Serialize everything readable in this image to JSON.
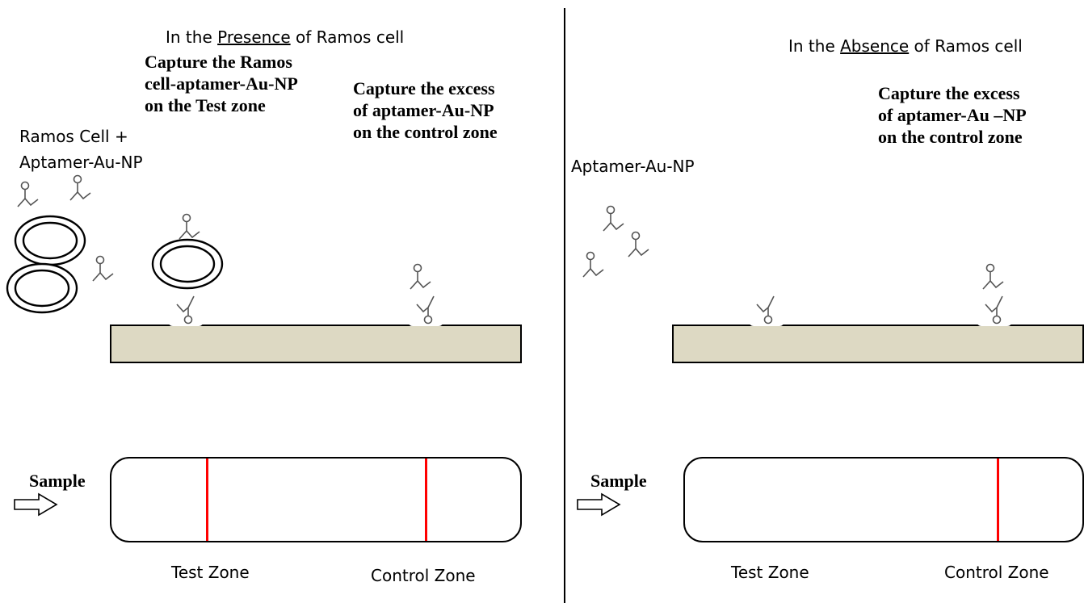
{
  "left_panel": {
    "heading": {
      "prefix": "In the ",
      "emphasis": "Presence",
      "suffix": " of Ramos cell"
    },
    "mixture_label_line1": "Ramos Cell +",
    "mixture_label_line2": "Aptamer-Au-NP",
    "test_capture": [
      "Capture the Ramos",
      "cell-aptamer-Au-NP",
      "on the Test zone"
    ],
    "control_capture": [
      "Capture the excess",
      "of aptamer-Au-NP",
      "on the control zone"
    ],
    "sample_label": "Sample",
    "test_zone_label": "Test Zone",
    "control_zone_label": "Control Zone",
    "test_line_visible": true,
    "control_line_visible": true
  },
  "right_panel": {
    "heading": {
      "prefix": "In the ",
      "emphasis": "Absence",
      "suffix": " of Ramos cell"
    },
    "mixture_label": "Aptamer-Au-NP",
    "control_capture": [
      "Capture the excess",
      "of aptamer-Au –NP",
      "on the control zone"
    ],
    "sample_label": "Sample",
    "test_zone_label": "Test Zone",
    "control_zone_label": "Control Zone",
    "test_line_visible": false,
    "control_line_visible": true
  },
  "colors": {
    "membrane_fill": "#ddd9c3",
    "zone_line": "#ff0000",
    "icon_stroke": "#555555",
    "outline": "#000000"
  },
  "icons": [
    "aptamer-nanoparticle-icon",
    "ramos-cell-icon",
    "antibody-icon",
    "arrow-right-icon"
  ]
}
